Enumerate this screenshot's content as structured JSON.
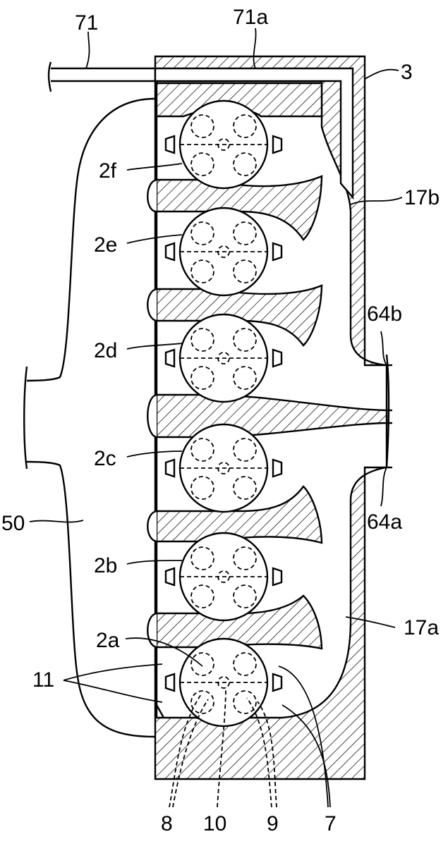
{
  "labels": {
    "pipe": "71",
    "pipe_channel": "71a",
    "block": "3",
    "manifold_upper": "17b",
    "port_upper": "64b",
    "port_lower": "64a",
    "manifold_lower": "17a",
    "group": "50",
    "cyl_f": "2f",
    "cyl_e": "2e",
    "cyl_d": "2d",
    "cyl_c": "2c",
    "cyl_b": "2b",
    "cyl_a": "2a",
    "exhaust_port": "11",
    "exhaust_valve": "8",
    "plug": "10",
    "intake_valve": "9",
    "wall": "7"
  }
}
